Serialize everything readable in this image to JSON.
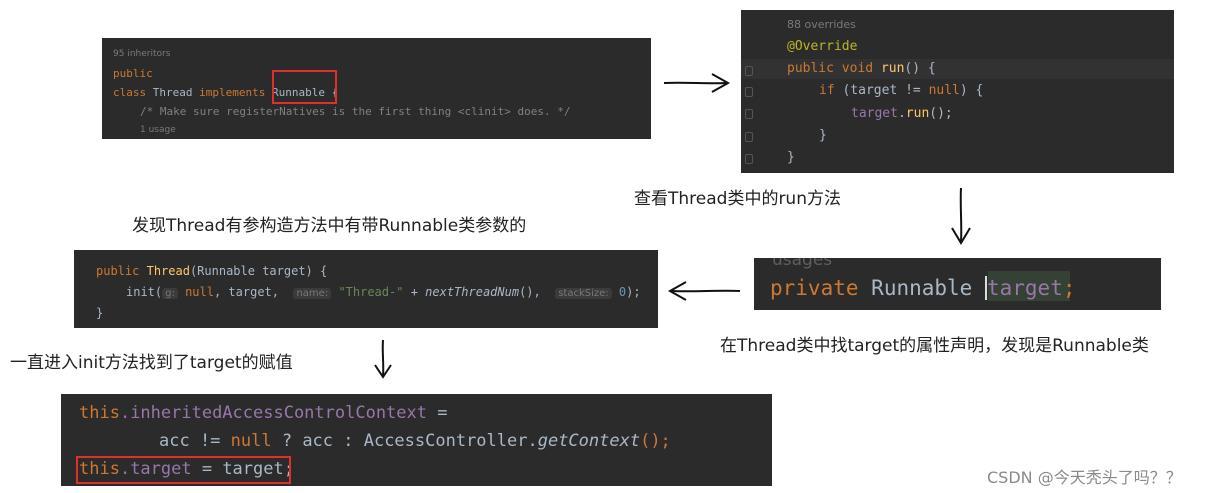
{
  "panel1": {
    "inheritors": "95 inheritors",
    "kw_public": "public",
    "kw_class": "class",
    "class_name": "Thread",
    "kw_implements": "implements",
    "iface": "Runnable",
    "brace": "{",
    "comment": "/* Make sure registerNatives is the first thing <clinit> does. */",
    "usage": "1 usage"
  },
  "panel2": {
    "overrides": "88 overrides",
    "annotation": "@Override",
    "line_sig": [
      "public",
      "void",
      "run",
      "() {"
    ],
    "line_if": [
      "if",
      "(target != ",
      "null",
      ") {"
    ],
    "line_call": [
      "target",
      ".",
      "run",
      "();"
    ],
    "close_inner": "}",
    "close_outer": "}"
  },
  "caption_run": "查看Thread类中的run方法",
  "caption_ctor": "发现Thread有参构造方法中有带Runnable类参数的",
  "panel3": {
    "line1": [
      "public",
      "Thread",
      "(Runnable target) {"
    ],
    "init": "init(",
    "hint_g": "g:",
    "null": "null",
    "target": ", target,",
    "hint_name": "name:",
    "str": "\"Thread-\"",
    "plus": " + ",
    "next": "nextThreadNum",
    "paren": "(),",
    "hint_stack": "stackSize:",
    "zero": "0",
    "end": ");",
    "close": "}"
  },
  "panel4": {
    "usages": "usages",
    "kw_private": "private",
    "type": "Runnable",
    "field": "target",
    "semi": ";"
  },
  "caption_field": "在Thread类中找target的属性声明，发现是Runnable类",
  "caption_init": "一直进入init方法找到了target的赋值",
  "panel5": {
    "this1": "this",
    "field1": ".inheritedAccessControlContext",
    "eq": " =",
    "acc1": "acc != ",
    "null": "null",
    "q": " ? acc : AccessController.",
    "getctx": "getContext",
    "tail": "();",
    "this2": "this",
    "field2": ".target",
    "assign": " = target;"
  },
  "watermark": "CSDN @今天秃头了吗？？"
}
